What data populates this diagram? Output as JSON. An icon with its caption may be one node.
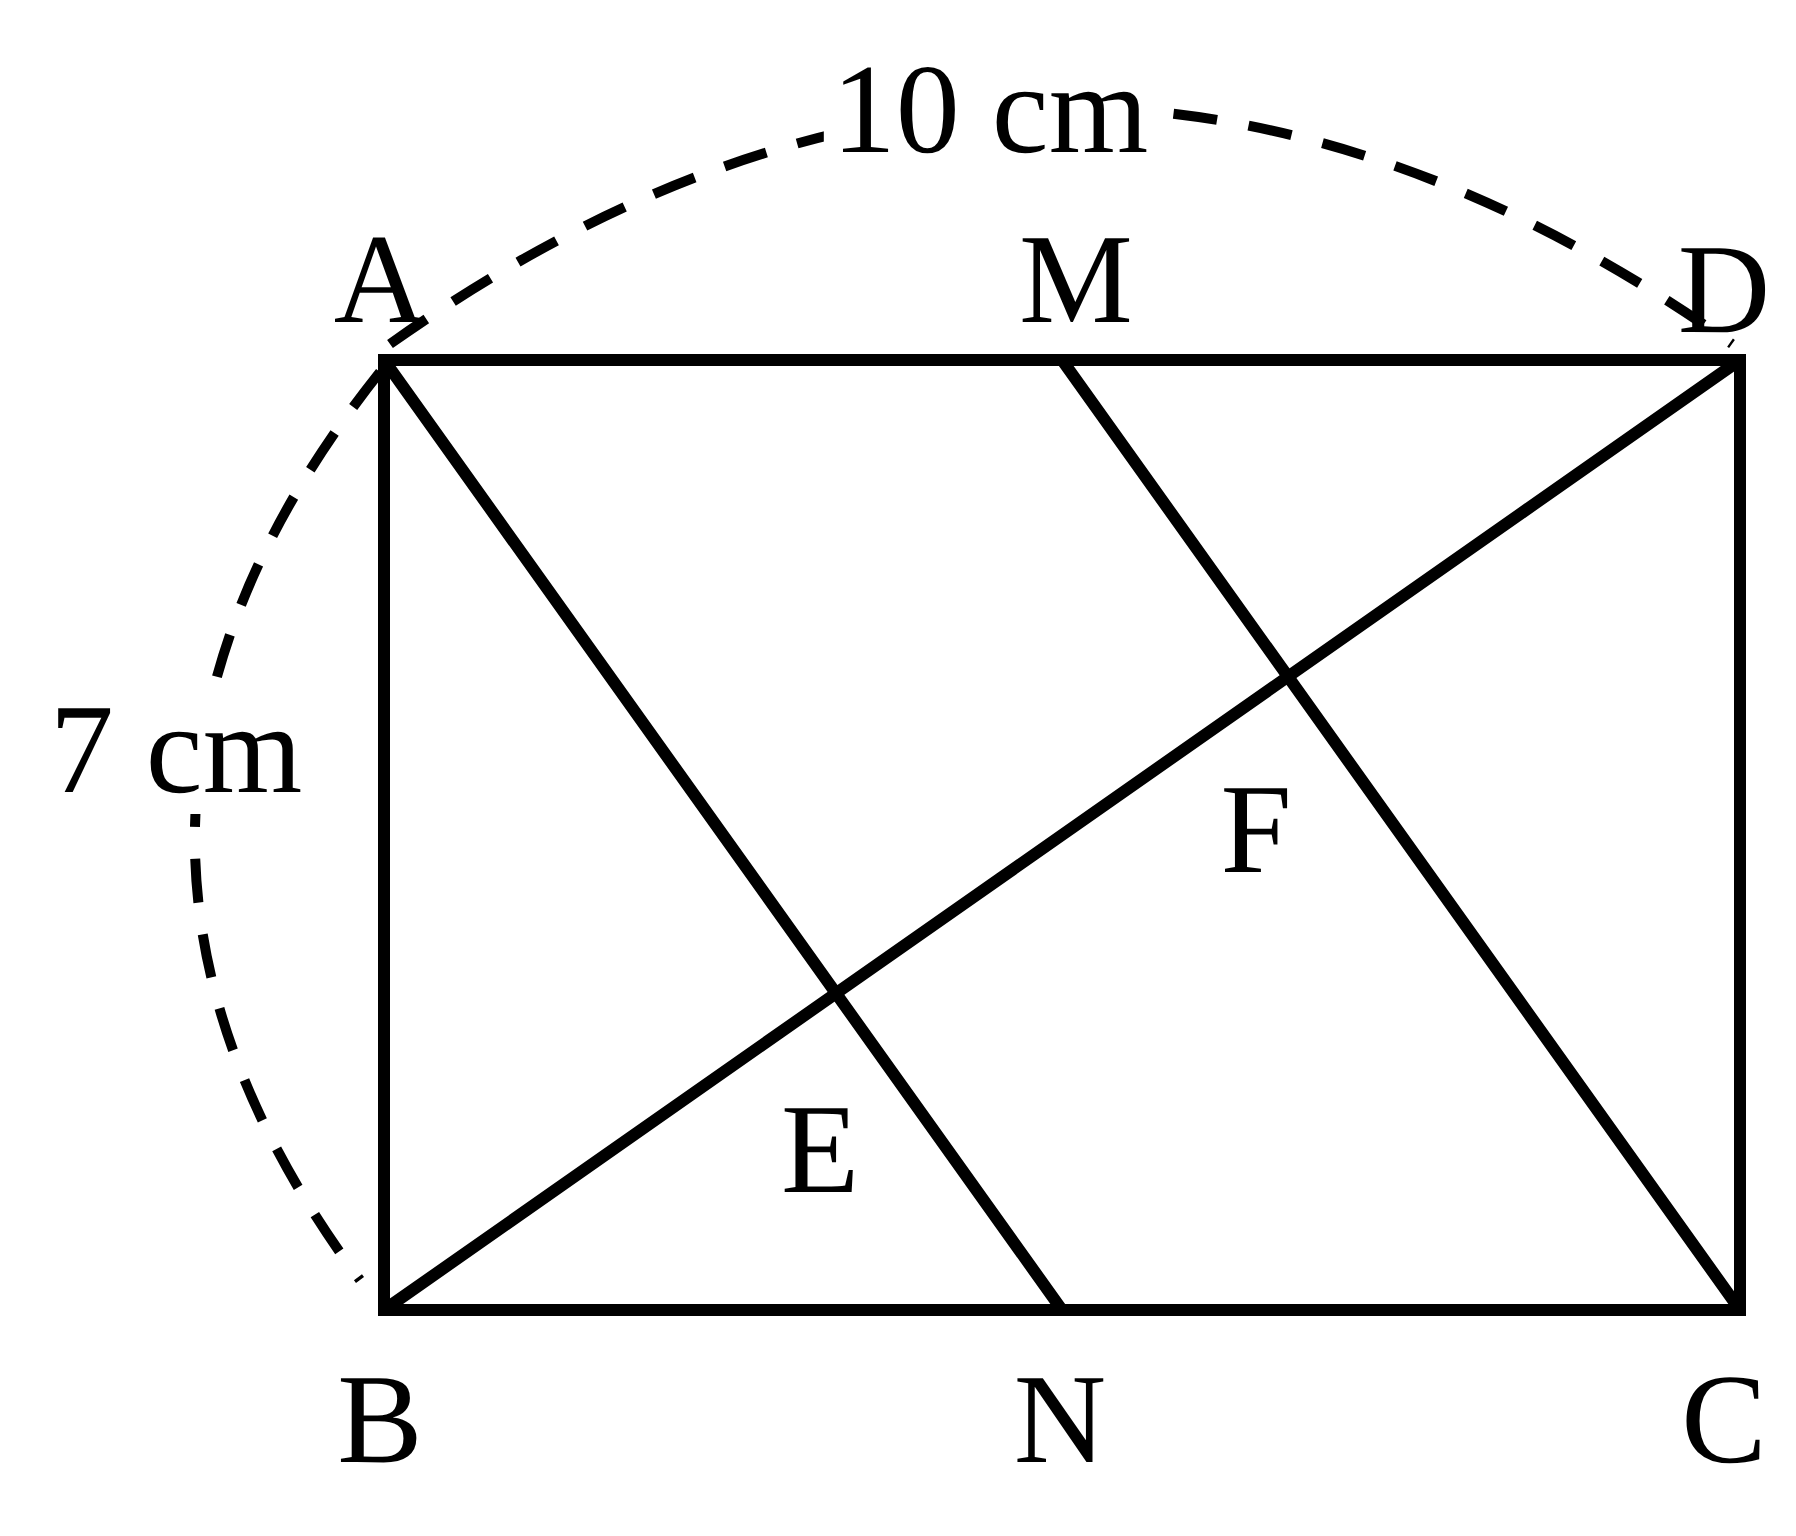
{
  "diagram": {
    "labels": [
      "10 cm",
      "A",
      "M",
      "D",
      "7 cm",
      "F",
      "E",
      "B",
      "N",
      "C"
    ]
  }
}
